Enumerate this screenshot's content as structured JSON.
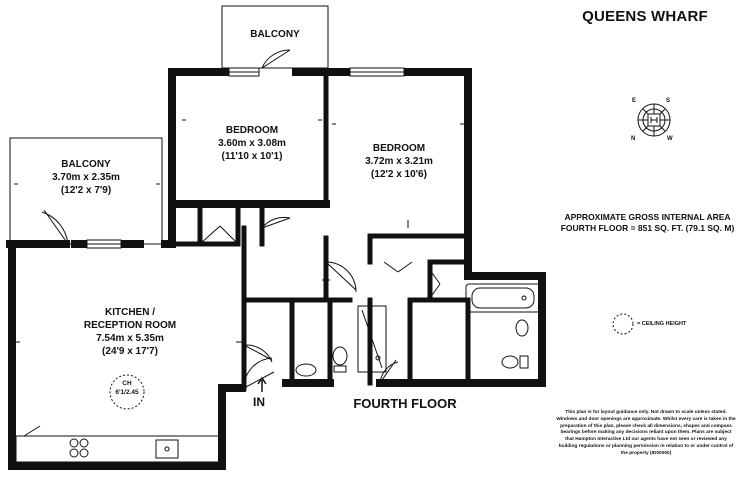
{
  "title": "QUEENS WHARF",
  "rooms": {
    "balcony_top": {
      "name": "BALCONY"
    },
    "balcony_left": {
      "name": "BALCONY",
      "metric": "3.70m x 2.35m",
      "imperial": "(12'2 x 7'9)"
    },
    "bedroom_left": {
      "name": "BEDROOM",
      "metric": "3.60m x 3.08m",
      "imperial": "(11'10 x 10'1)"
    },
    "bedroom_right": {
      "name": "BEDROOM",
      "metric": "3.72m x 3.21m",
      "imperial": "(12'2 x 10'6)"
    },
    "kitchen": {
      "name_line1": "KITCHEN /",
      "name_line2": "RECEPTION ROOM",
      "metric": "7.54m x 5.35m",
      "imperial": "(24'9 x 17'7)"
    }
  },
  "cupboard": {
    "code": "CH",
    "size": "6'1/2.45"
  },
  "compass": {
    "e": "E",
    "s": "S",
    "n": "N",
    "w": "W"
  },
  "area": {
    "title": "APPROXIMATE GROSS INTERNAL AREA",
    "value": "FOURTH FLOOR = 851 SQ. FT. (79.1 SQ. M)"
  },
  "legend": {
    "ceiling": "= CEILING HEIGHT"
  },
  "floor_label": "FOURTH FLOOR",
  "entrance_label": "IN",
  "disclaimer": "This plan is for layout guidance only. Not drawn to scale unless stated. Windows and door openings are approximate. Whilst every care is taken in the preparation of this plan, please check all dimensions, shapes and compass bearings before making any decisions reliant upon them. Plans are subject that Hampton Interactive Ltd our agents have not seen or reviewed any building regulations or planning permission in relation to or under control of the property (ID00000)"
}
